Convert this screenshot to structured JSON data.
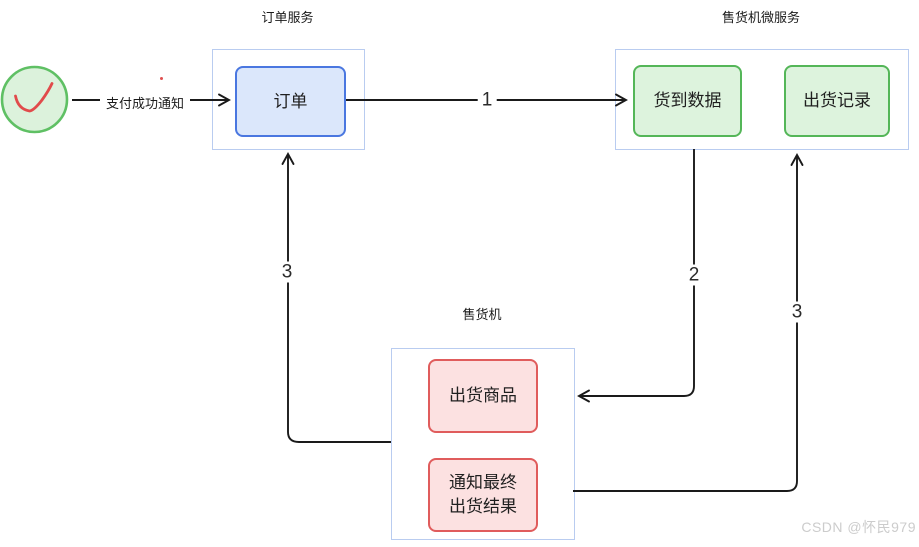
{
  "titles": {
    "order_service": "订单服务",
    "vending_microservice": "售货机微服务",
    "vending_machine": "售货机"
  },
  "nodes": {
    "order": "订单",
    "delivery_data": "货到数据",
    "shipment_record": "出货记录",
    "ship_goods": "出货商品",
    "notify_result_line1": "通知最终",
    "notify_result_line2": "出货结果"
  },
  "edges": {
    "payment_label": "支付成功通知",
    "step1": "1",
    "step2": "2",
    "step3_left": "3",
    "step3_right": "3"
  },
  "icons": {
    "payment_success_check": "✓"
  },
  "colors": {
    "blue_fill": "#dbe7fb",
    "blue_border": "#4a77e0",
    "green_fill": "#ddf3dd",
    "green_border": "#54b658",
    "pink_fill": "#fce1e1",
    "pink_border": "#e05c5c",
    "container_border": "#b9ccf0",
    "circle_fill": "#dcf2dc",
    "circle_border": "#5fc064",
    "check_mark": "#e14b4b",
    "connector": "#1a1a1a",
    "watermark": "#cccccc"
  },
  "watermark": "CSDN @怀民979"
}
